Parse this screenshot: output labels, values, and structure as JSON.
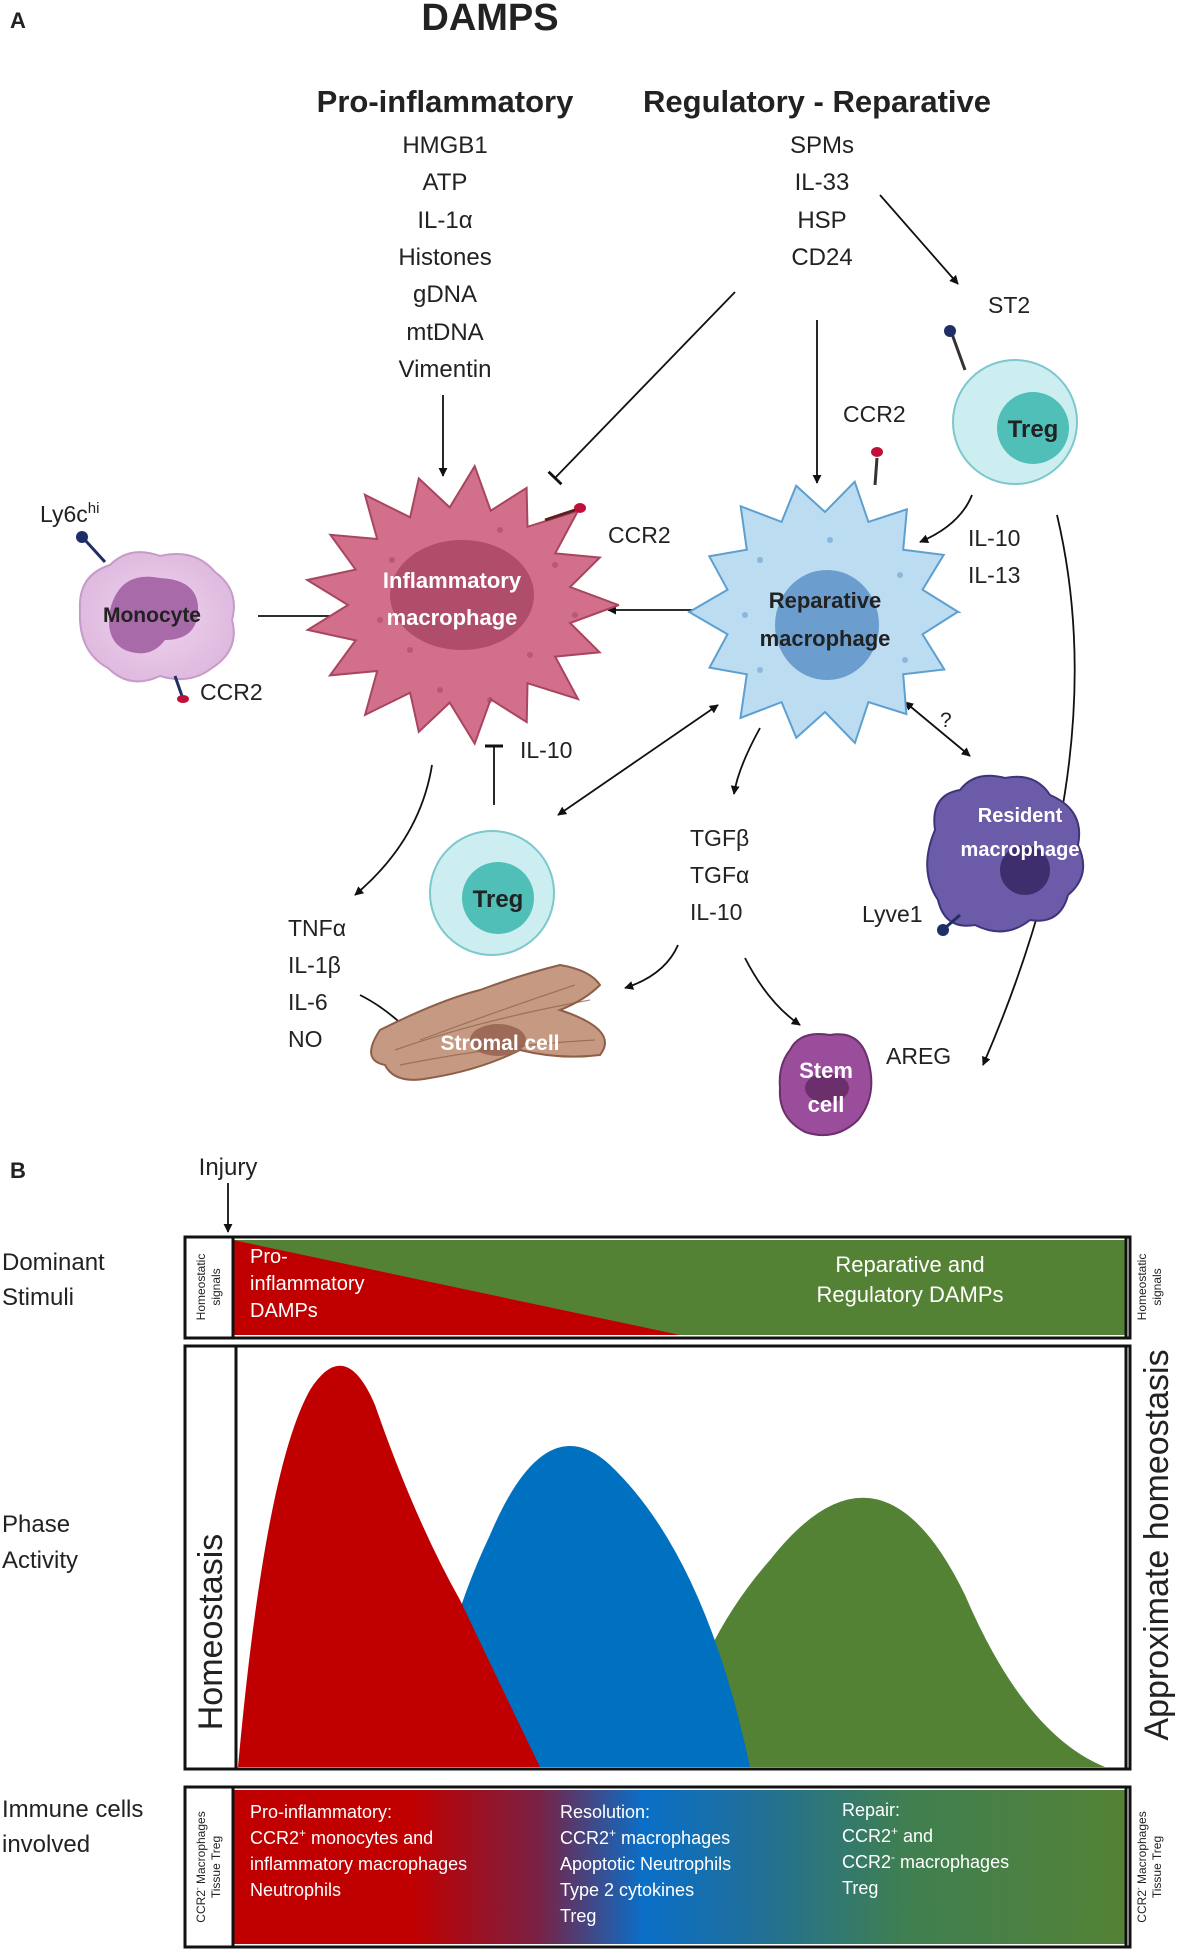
{
  "panel_a": {
    "label": "A",
    "title": "DAMPS",
    "pro_header": "Pro-inflammatory",
    "pro_items": [
      "HMGB1",
      "ATP",
      "IL-1α",
      "Histones",
      "gDNA",
      "mtDNA",
      "Vimentin"
    ],
    "reg_header": "Regulatory - Reparative",
    "reg_items": [
      "SPMs",
      "IL-33",
      "HSP",
      "CD24"
    ],
    "monocyte": {
      "name": "Monocyte",
      "marker_base": "Ly6c",
      "marker_sup": "hi",
      "receptor": "CCR2"
    },
    "inflammatory_macrophage": {
      "line1": "Inflammatory",
      "line2": "macrophage",
      "receptor": "CCR2"
    },
    "reparative_macrophage": {
      "line1": "Reparative",
      "line2": "macrophage",
      "receptor": "CCR2"
    },
    "treg_top": {
      "name": "Treg",
      "receptor": "ST2",
      "cytokines": [
        "IL-10",
        "IL-13"
      ]
    },
    "treg_mid": {
      "name": "Treg",
      "inhibit_label": "IL-10"
    },
    "resident_macrophage": {
      "line1": "Resident",
      "line2": "macrophage",
      "marker": "Lyve1",
      "question": "?"
    },
    "inflammatory_outputs": [
      "TNFα",
      "IL-1β",
      "IL-6",
      "NO"
    ],
    "reparative_outputs": [
      "TGFβ",
      "TGFα",
      "IL-10"
    ],
    "stromal_cell": "Stromal cell",
    "stem_cell": {
      "line1": "Stem",
      "line2": "cell"
    },
    "areg": "AREG"
  },
  "panel_b": {
    "label": "B",
    "injury": "Injury",
    "row1_label": [
      "Dominant",
      "Stimuli"
    ],
    "row2_label": [
      "Phase",
      "Activity"
    ],
    "row3_label": [
      "Immune cells",
      "involved"
    ],
    "homeostatic_signals": [
      "Homeostatic",
      "signals"
    ],
    "pro_damps": [
      "Pro-",
      "inflammatory",
      "DAMPs"
    ],
    "reg_damps": [
      "Reparative and",
      "Regulatory DAMPs"
    ],
    "homeostasis": "Homeostasis",
    "approx_homeostasis": "Approximate homeostasis",
    "tissue_cells": [
      "CCR2",
      "-",
      " Macrophages",
      "Tissue Treg"
    ],
    "phase_pro": {
      "title": "Pro-inflammatory:",
      "l1a": "CCR2",
      "l1sup": "+",
      "l1b": " monocytes and",
      "l2": "inflammatory macrophages",
      "l3": "Neutrophils"
    },
    "phase_res": {
      "title": "Resolution:",
      "l1a": "CCR2",
      "l1sup": "+",
      "l1b": " macrophages",
      "l2": "Apoptotic Neutrophils",
      "l3": "Type 2 cytokines",
      "l4": "Treg"
    },
    "phase_rep": {
      "title": "Repair:",
      "l1a": "CCR2",
      "l1sup": "+",
      "l1b": " and",
      "l2a": "CCR2",
      "l2sup": "-",
      "l2b": " macrophages",
      "l3": "Treg"
    },
    "colors": {
      "pro": "#c00000",
      "resolution": "#0070c0",
      "repair": "#548235"
    }
  }
}
